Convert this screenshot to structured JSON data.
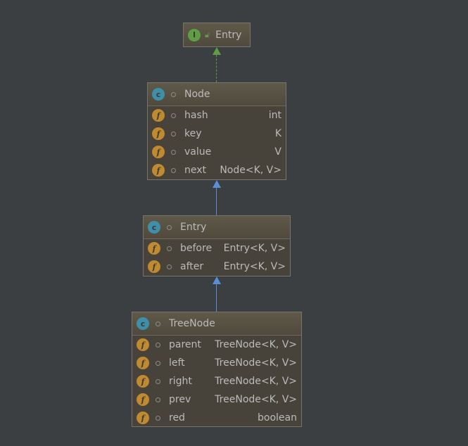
{
  "colors": {
    "interface": "#5f9e44",
    "class": "#3f8fa8",
    "field": "#bf8a30",
    "implements": "#5f9e44",
    "extends": "#5a8fd8"
  },
  "nodes": [
    {
      "kind": "interface",
      "name": "Entry",
      "fields": []
    },
    {
      "kind": "class",
      "name": "Node",
      "fields": [
        {
          "name": "hash",
          "type": "int"
        },
        {
          "name": "key",
          "type": "K"
        },
        {
          "name": "value",
          "type": "V"
        },
        {
          "name": "next",
          "type": "Node<K, V>"
        }
      ]
    },
    {
      "kind": "class",
      "name": "Entry",
      "fields": [
        {
          "name": "before",
          "type": "Entry<K, V>"
        },
        {
          "name": "after",
          "type": "Entry<K, V>"
        }
      ]
    },
    {
      "kind": "class",
      "name": "TreeNode",
      "fields": [
        {
          "name": "parent",
          "type": "TreeNode<K, V>"
        },
        {
          "name": "left",
          "type": "TreeNode<K, V>"
        },
        {
          "name": "right",
          "type": "TreeNode<K, V>"
        },
        {
          "name": "prev",
          "type": "TreeNode<K, V>"
        },
        {
          "name": "red",
          "type": "boolean"
        }
      ]
    }
  ],
  "icons": {
    "interface": "I",
    "class": "c",
    "field": "f"
  }
}
